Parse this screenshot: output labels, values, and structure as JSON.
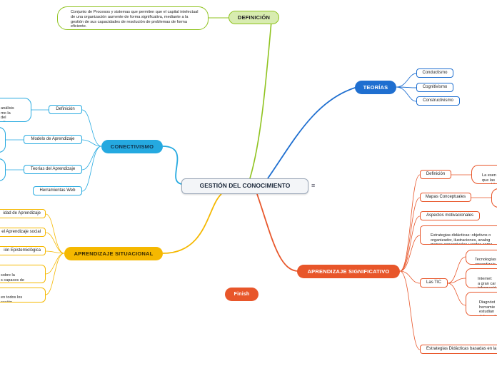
{
  "center": {
    "label": "GESTIÓN DEL CONOCIMIENTO"
  },
  "definicion": {
    "label": "DEFINICIÓN",
    "text": "Conjunto de Procesos y sistemas que permiten que el capital intelectual de una organización aumente de forma significativa, mediante a la gestión de sus capacidades de resolución de problemas de forma eficiente."
  },
  "teorias": {
    "label": "TEORÍAS",
    "items": [
      "Conductismo",
      "Cognitivismo",
      "Constructivismo"
    ]
  },
  "conectivismo": {
    "label": "CONECTIVISMO",
    "items": [
      "Definición",
      "Modelo de Aprendizaje",
      "Teorías del Aprendizaje",
      "Herramientas Web"
    ],
    "definicion_text": "análisis\nmo la\n del\nción"
  },
  "aprendizaje_situacional": {
    "label": "APRENDIZAJE SITUACIONAL",
    "items": [
      "idad de Aprendizaje",
      "el Aprendizaje social",
      "ión Epistemiológica",
      " sobre la\ns capaces de",
      "en todos los\ncación."
    ]
  },
  "aprendizaje_significativo": {
    "label": "APRENDIZAJE SIGNIFICATIVO",
    "items": [
      "Definición",
      "Mapas Conceptuales",
      "Aspectos motivacionales",
      "Estrategias didácticas: objetivos o\norganizador, ilustraciones, analog\nmapas conceptuales y redes sema",
      "Las TIC",
      "Estrategias Didácticas basadas en la"
    ],
    "definicion_text": "La esen\nque las\nno arbit",
    "tic_items": [
      "Tecnologías\naprendizaje",
      "Internet:\na gran car\ninformació",
      "Diagnóst\nherramie\nestudian\ndel uso d"
    ]
  },
  "finish": {
    "label": "Finish"
  },
  "colors": {
    "definicion": "#8fc31f",
    "teorias": "#1f6fd0",
    "conectivismo": "#25a9e0",
    "situacional": "#f5b800",
    "significativo": "#e8562a",
    "finish": "#e8562a"
  }
}
